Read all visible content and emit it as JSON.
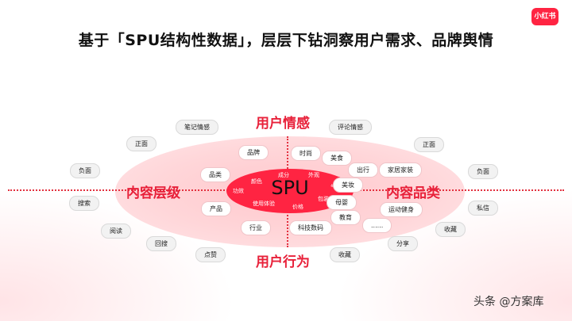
{
  "title": "基于「SPU结构性数据」，层层下钻洞察用户需求、品牌舆情",
  "brand_logo": "小红书",
  "watermark": "头条 @方案库",
  "colors": {
    "accent": "#ff2442",
    "label_red": "#e8213a",
    "ellipse_pink": "#ffd6d9"
  },
  "diagram": {
    "center": "SPU",
    "axes": {
      "top": "用户情感",
      "bottom": "用户行为",
      "left": "内容层级",
      "right": "内容品类"
    },
    "core_words": [
      "成分",
      "外观",
      "颜色",
      "功效",
      "气味",
      "使用体验",
      "价格",
      "包装"
    ],
    "inner_tags": [
      "品牌",
      "时尚",
      "美食",
      "品类",
      "出行",
      "家居家装",
      "美妆",
      "母婴",
      "产品",
      "运动健身",
      "教育",
      "行业",
      "科技数码",
      "......"
    ],
    "outer_tags": [
      "笔记情感",
      "评论情感",
      "正面",
      "正面",
      "负面",
      "负面",
      "搜索",
      "私信",
      "阅读",
      "收藏",
      "回搜",
      "分享",
      "点赞",
      "收藏"
    ]
  }
}
